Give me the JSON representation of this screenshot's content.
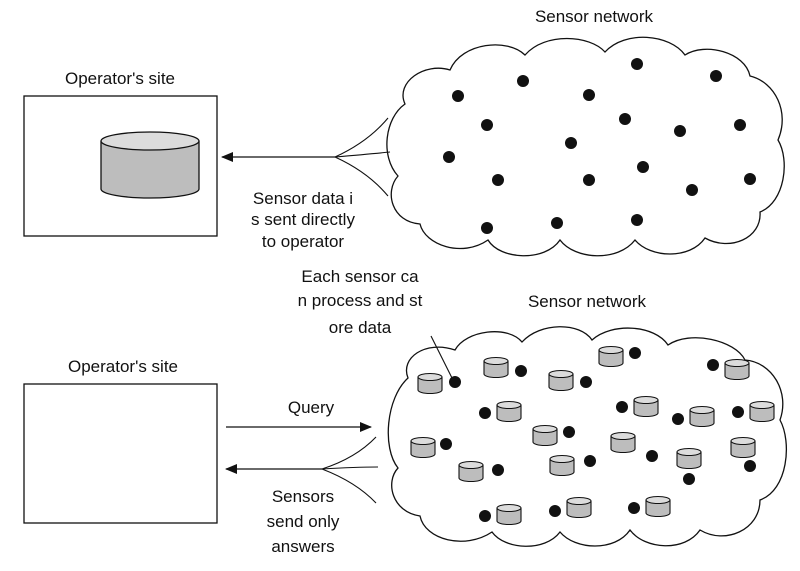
{
  "top": {
    "network_label": "Sensor network",
    "site_label": "Operator's site",
    "caption_lines": [
      "Sensor  data  i",
      "s sent directly",
      "to operator"
    ]
  },
  "bottom": {
    "network_label": "Sensor network",
    "site_label": "Operator's site",
    "annotation_lines": [
      "Each  sensor  ca",
      "n process and st",
      "ore data"
    ],
    "query_label": "Query",
    "answer_lines": [
      "Sensors",
      "send only",
      "answers"
    ]
  },
  "colors": {
    "ink": "#111111",
    "database_fill": "#bdbdbd",
    "sensor_dot": "#111111"
  }
}
